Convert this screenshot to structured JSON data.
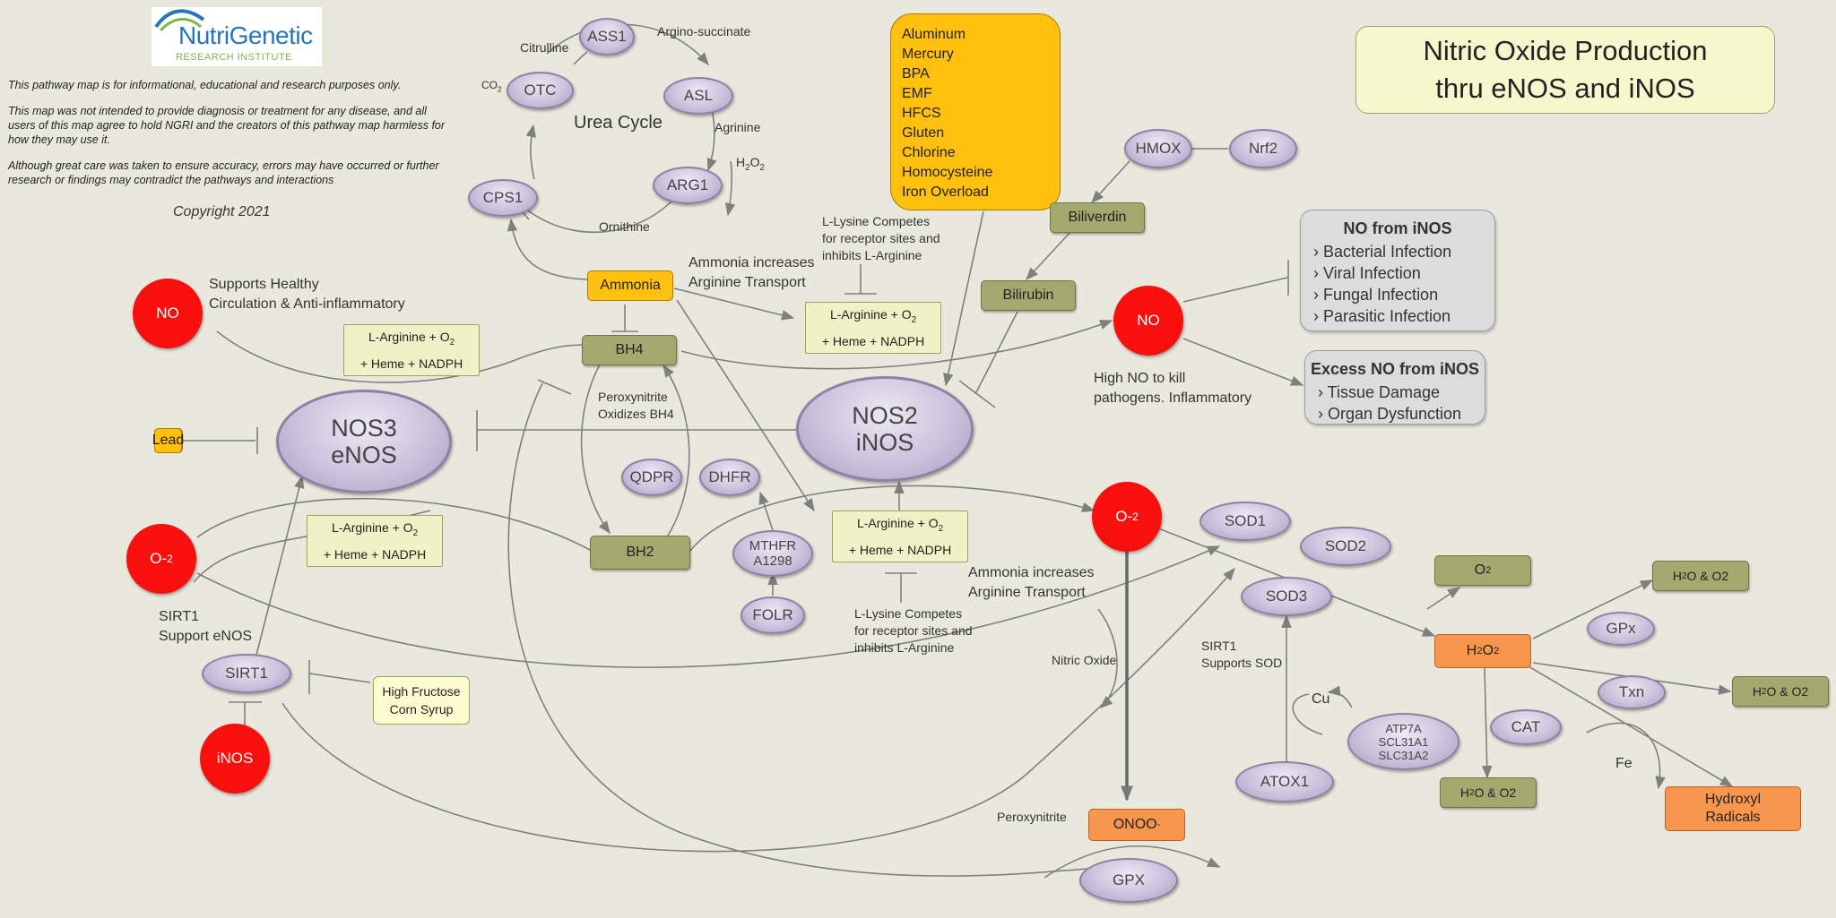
{
  "title": {
    "line1": "Nitric Oxide Production",
    "line2": "thru eNOS and iNOS"
  },
  "logo": {
    "name": "NutriGenetic",
    "subtitle": "RESEARCH INSTITUTE"
  },
  "disclaimer": {
    "p1": "This pathway map is for informational, educational and research purposes only.",
    "p2": "This map was not intended to provide diagnosis or treatment for any disease, and all users of this map agree to hold NGRI and the creators of this pathway map harmless for how they may use it.",
    "p3": "Although great care was taken to ensure accuracy, errors may have occurred or further research or findings may contradict the pathways and interactions",
    "copyright": "Copyright 2021"
  },
  "urea_cycle": {
    "title": "Urea Cycle",
    "ass1": "ASS1",
    "asl": "ASL",
    "otc": "OTC",
    "arg1": "ARG1",
    "cps1": "CPS1",
    "citrulline": "Citrulline",
    "argino_succinate": "Argino-succinate",
    "agrinine": "Agrinine",
    "ornithine": "Ornithine",
    "co2": "CO",
    "co2_sub": "2",
    "h2o2_a": "H",
    "h2o2_b": "2",
    "h2o2_c": "O",
    "h2o2_d": "2"
  },
  "metals": [
    "Aluminum",
    "Mercury",
    "BPA",
    "EMF",
    "HFCS",
    "Gluten",
    "Chlorine",
    "Homocysteine",
    "Iron Overload"
  ],
  "nodes": {
    "hmox": "HMOX",
    "nrf2": "Nrf2",
    "biliverdin": "Biliverdin",
    "bilirubin": "Bilirubin",
    "ammonia": "Ammonia",
    "bh4": "BH4",
    "bh2": "BH2",
    "nos3_line1": "NOS3",
    "nos3_line2": "eNOS",
    "nos2_line1": "NOS2",
    "nos2_line2": "iNOS",
    "qdpr": "QDPR",
    "dhfr": "DHFR",
    "mthfr": "MTHFR\nA1298",
    "folr": "FOLR",
    "lead": "Lead",
    "sirt1": "SIRT1",
    "inos": "iNOS",
    "no_left": "NO",
    "no_right": "NO",
    "o2_left": "O-",
    "o2_left_sup": "2",
    "o2_mid": "O-",
    "o2_mid_sup": "2",
    "sod1": "SOD1",
    "sod2": "SOD2",
    "sod3": "SOD3",
    "atox1": "ATOX1",
    "atp7a": "ATP7A\nSCL31A1\nSLC31A2",
    "gpx_right": "GPx",
    "txn": "Txn",
    "cat": "CAT",
    "gpx_bottom": "GPX",
    "onoo": "ONOO",
    "onoo_sup": "-",
    "o2_box": "O",
    "o2_box_sup": "2",
    "h2o2_box": "H",
    "h2o2_box_sup1": "2",
    "h2o2_box_o": "O",
    "h2o2_box_sup2": "2",
    "hydroxyl": "Hydroxyl\nRadicals",
    "high_fructose": "High Fructose\nCorn Syrup",
    "water1": "H",
    "water1_sub": "2",
    "water1_rest": "O & O2"
  },
  "substrate_boxes": {
    "l1": "L-Arginine + O",
    "l1_sub": "2",
    "l2": "+ Heme + NADPH"
  },
  "labels": {
    "supports_healthy": "Supports Healthy\nCirculation & Anti-inflammatory",
    "ammonia_increases_1": "Ammonia increases\nArginine Transport",
    "ammonia_increases_2": "Ammonia increases\nArginine Transport",
    "lysine_1": "L-Lysine Competes\nfor receptor sites and\ninhibits L-Arginine",
    "lysine_2": "L-Lysine Competes\nfor receptor sites and\ninhibits L-Arginine",
    "peroxynitrite_oxidizes": "Peroxynitrite\nOxidizes BH4",
    "high_no": "High NO to kill\npathogens. Inflammatory",
    "sirt1_support": "SIRT1\nSupport eNOS",
    "sirt1_sod": "SIRT1\nSupports SOD",
    "nitric_oxide": "Nitric Oxide",
    "peroxynitrite": "Peroxynitrite",
    "cu": "Cu",
    "fe": "Fe"
  },
  "inos_box": {
    "header": "NO from iNOS",
    "items": [
      "Bacterial Infection",
      "Viral Infection",
      "Fungal Infection",
      "Parasitic Infection"
    ]
  },
  "excess_box": {
    "header": "Excess NO from iNOS",
    "items": [
      "Tissue Damage",
      "Organ Dysfunction"
    ]
  },
  "colors": {
    "background": "#e9e8dd",
    "red": "#fa0f0f",
    "olive": "#a3a86f",
    "yellow": "#ffc010",
    "orange": "#f7964c",
    "lavender": "#cbc2dc"
  }
}
